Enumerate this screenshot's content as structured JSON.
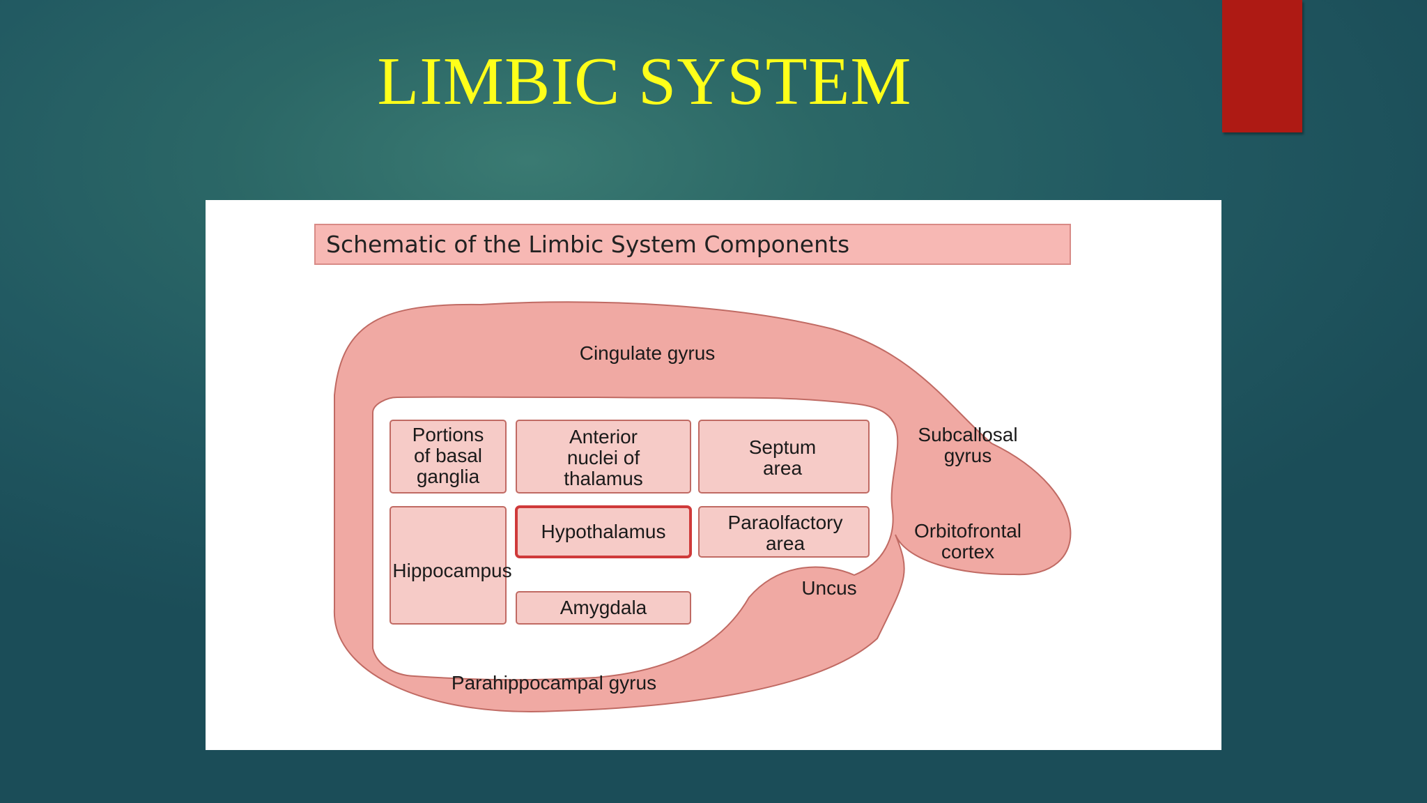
{
  "slide": {
    "title": "LIMBIC SYSTEM"
  },
  "diagram": {
    "header": "Schematic of the Limbic System Components",
    "regions": {
      "cingulate": "Cingulate gyrus",
      "subcallosal_line1": "Subcallosal",
      "subcallosal_line2": "gyrus",
      "orbitofrontal_line1": "Orbitofrontal",
      "orbitofrontal_line2": "cortex",
      "uncus": "Uncus",
      "parahippocampal": "Parahippocampal gyrus"
    },
    "boxes": {
      "basal_ganglia": [
        "Portions",
        "of basal",
        "ganglia"
      ],
      "anterior_thalamus": [
        "Anterior",
        "nuclei of",
        "thalamus"
      ],
      "septum": [
        "Septum",
        "area"
      ],
      "hypothalamus": "Hypothalamus",
      "paraolfactory": [
        "Paraolfactory",
        "area"
      ],
      "hippocampus": "Hippocampus",
      "amygdala": "Amygdala"
    }
  },
  "colors": {
    "background": "#225a62",
    "title": "#ffff1a",
    "accent_bar": "#ae1a14",
    "region_fill": "#f0a9a3",
    "box_fill": "#f6cbc7",
    "outline": "#c06a63",
    "highlight_outline": "#cf3a3a"
  }
}
